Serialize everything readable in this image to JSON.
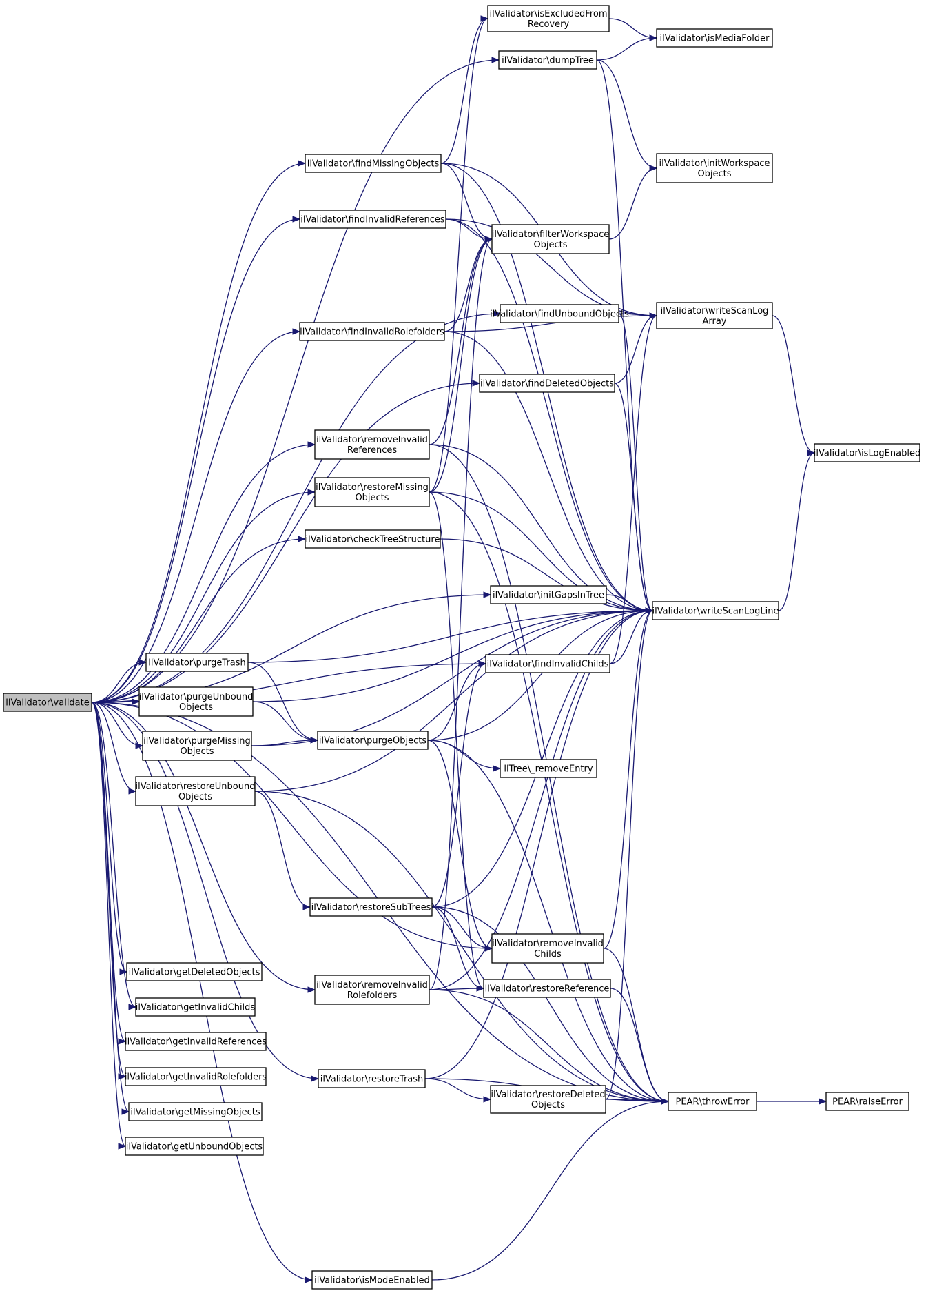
{
  "title": "",
  "colors": {
    "edge": "#191970",
    "node_border": "#000000",
    "root_fill": "#bfbfbf",
    "node_fill": "#ffffff"
  },
  "nodes": [
    {
      "id": "validate",
      "lines": [
        "ilValidator\\validate"
      ],
      "root": true
    },
    {
      "id": "isExcludedFromRecovery",
      "lines": [
        "ilValidator\\isExcludedFrom",
        "Recovery"
      ]
    },
    {
      "id": "isMediaFolder",
      "lines": [
        "ilValidator\\isMediaFolder"
      ]
    },
    {
      "id": "dumpTree",
      "lines": [
        "ilValidator\\dumpTree"
      ]
    },
    {
      "id": "initWorkspaceObjects",
      "lines": [
        "ilValidator\\initWorkspace",
        "Objects"
      ]
    },
    {
      "id": "findMissingObjects",
      "lines": [
        "ilValidator\\findMissingObjects"
      ]
    },
    {
      "id": "findInvalidReferences",
      "lines": [
        "ilValidator\\findInvalidReferences"
      ]
    },
    {
      "id": "filterWorkspaceObjects",
      "lines": [
        "ilValidator\\filterWorkspace",
        "Objects"
      ]
    },
    {
      "id": "findUnboundObjects",
      "lines": [
        "ilValidator\\findUnboundObjects"
      ]
    },
    {
      "id": "writeScanLogArray",
      "lines": [
        "ilValidator\\writeScanLog",
        "Array"
      ]
    },
    {
      "id": "findInvalidRolefolders",
      "lines": [
        "ilValidator\\findInvalidRolefolders"
      ]
    },
    {
      "id": "findDeletedObjects",
      "lines": [
        "ilValidator\\findDeletedObjects"
      ]
    },
    {
      "id": "isLogEnabled",
      "lines": [
        "ilValidator\\isLogEnabled"
      ]
    },
    {
      "id": "removeInvalidReferences",
      "lines": [
        "ilValidator\\removeInvalid",
        "References"
      ]
    },
    {
      "id": "restoreMissingObjects",
      "lines": [
        "ilValidator\\restoreMissing",
        "Objects"
      ]
    },
    {
      "id": "checkTreeStructure",
      "lines": [
        "ilValidator\\checkTreeStructure"
      ]
    },
    {
      "id": "initGapsInTree",
      "lines": [
        "ilValidator\\initGapsInTree"
      ]
    },
    {
      "id": "writeScanLogLine",
      "lines": [
        "ilValidator\\writeScanLogLine"
      ]
    },
    {
      "id": "purgeTrash",
      "lines": [
        "ilValidator\\purgeTrash"
      ]
    },
    {
      "id": "findInvalidChilds",
      "lines": [
        "ilValidator\\findInvalidChilds"
      ]
    },
    {
      "id": "purgeUnboundObjects",
      "lines": [
        "ilValidator\\purgeUnbound",
        "Objects"
      ]
    },
    {
      "id": "purgeMissingObjects",
      "lines": [
        "ilValidator\\purgeMissing",
        "Objects"
      ]
    },
    {
      "id": "purgeObjects",
      "lines": [
        "ilValidator\\purgeObjects"
      ]
    },
    {
      "id": "removeEntry",
      "lines": [
        "ilTree\\_removeEntry"
      ]
    },
    {
      "id": "restoreUnboundObjects",
      "lines": [
        "ilValidator\\restoreUnbound",
        "Objects"
      ]
    },
    {
      "id": "restoreSubTrees",
      "lines": [
        "ilValidator\\restoreSubTrees"
      ]
    },
    {
      "id": "removeInvalidChilds",
      "lines": [
        "ilValidator\\removeInvalid",
        "Childs"
      ]
    },
    {
      "id": "getDeletedObjects",
      "lines": [
        "ilValidator\\getDeletedObjects"
      ]
    },
    {
      "id": "removeInvalidRolefolders",
      "lines": [
        "ilValidator\\removeInvalid",
        "Rolefolders"
      ]
    },
    {
      "id": "restoreReference",
      "lines": [
        "ilValidator\\restoreReference"
      ]
    },
    {
      "id": "getInvalidChilds",
      "lines": [
        "ilValidator\\getInvalidChilds"
      ]
    },
    {
      "id": "getInvalidReferences",
      "lines": [
        "ilValidator\\getInvalidReferences"
      ]
    },
    {
      "id": "getInvalidRolefolders",
      "lines": [
        "ilValidator\\getInvalidRolefolders"
      ]
    },
    {
      "id": "restoreTrash",
      "lines": [
        "ilValidator\\restoreTrash"
      ]
    },
    {
      "id": "restoreDeletedObjects",
      "lines": [
        "ilValidator\\restoreDeleted",
        "Objects"
      ]
    },
    {
      "id": "throwError",
      "lines": [
        "PEAR\\throwError"
      ]
    },
    {
      "id": "raiseError",
      "lines": [
        "PEAR\\raiseError"
      ]
    },
    {
      "id": "getMissingObjects",
      "lines": [
        "ilValidator\\getMissingObjects"
      ]
    },
    {
      "id": "getUnboundObjects",
      "lines": [
        "ilValidator\\getUnboundObjects"
      ]
    },
    {
      "id": "isModeEnabled",
      "lines": [
        "ilValidator\\isModeEnabled"
      ]
    }
  ],
  "edges": [
    [
      "validate",
      "dumpTree"
    ],
    [
      "validate",
      "findMissingObjects"
    ],
    [
      "validate",
      "findInvalidReferences"
    ],
    [
      "validate",
      "findInvalidRolefolders"
    ],
    [
      "validate",
      "findUnboundObjects"
    ],
    [
      "validate",
      "findDeletedObjects"
    ],
    [
      "validate",
      "removeInvalidReferences"
    ],
    [
      "validate",
      "restoreMissingObjects"
    ],
    [
      "validate",
      "checkTreeStructure"
    ],
    [
      "validate",
      "initGapsInTree"
    ],
    [
      "validate",
      "findInvalidChilds"
    ],
    [
      "validate",
      "purgeTrash"
    ],
    [
      "validate",
      "purgeUnboundObjects"
    ],
    [
      "validate",
      "purgeMissingObjects"
    ],
    [
      "validate",
      "restoreUnboundObjects"
    ],
    [
      "validate",
      "removeInvalidChilds"
    ],
    [
      "validate",
      "getDeletedObjects"
    ],
    [
      "validate",
      "removeInvalidRolefolders"
    ],
    [
      "validate",
      "getInvalidChilds"
    ],
    [
      "validate",
      "getInvalidReferences"
    ],
    [
      "validate",
      "getInvalidRolefolders"
    ],
    [
      "validate",
      "restoreTrash"
    ],
    [
      "validate",
      "throwError"
    ],
    [
      "validate",
      "getMissingObjects"
    ],
    [
      "validate",
      "getUnboundObjects"
    ],
    [
      "validate",
      "isModeEnabled"
    ],
    [
      "isExcludedFromRecovery",
      "isMediaFolder"
    ],
    [
      "dumpTree",
      "isMediaFolder"
    ],
    [
      "dumpTree",
      "initWorkspaceObjects"
    ],
    [
      "dumpTree",
      "writeScanLogLine"
    ],
    [
      "findMissingObjects",
      "isExcludedFromRecovery"
    ],
    [
      "findMissingObjects",
      "filterWorkspaceObjects"
    ],
    [
      "findMissingObjects",
      "writeScanLogArray"
    ],
    [
      "findMissingObjects",
      "writeScanLogLine"
    ],
    [
      "findInvalidReferences",
      "filterWorkspaceObjects"
    ],
    [
      "findInvalidReferences",
      "writeScanLogArray"
    ],
    [
      "findInvalidReferences",
      "writeScanLogLine"
    ],
    [
      "filterWorkspaceObjects",
      "initWorkspaceObjects"
    ],
    [
      "findInvalidRolefolders",
      "filterWorkspaceObjects"
    ],
    [
      "findInvalidRolefolders",
      "writeScanLogArray"
    ],
    [
      "findInvalidRolefolders",
      "writeScanLogLine"
    ],
    [
      "findUnboundObjects",
      "writeScanLogArray"
    ],
    [
      "findUnboundObjects",
      "writeScanLogLine"
    ],
    [
      "findDeletedObjects",
      "writeScanLogArray"
    ],
    [
      "findDeletedObjects",
      "writeScanLogLine"
    ],
    [
      "writeScanLogArray",
      "isLogEnabled"
    ],
    [
      "writeScanLogLine",
      "isLogEnabled"
    ],
    [
      "removeInvalidReferences",
      "filterWorkspaceObjects"
    ],
    [
      "removeInvalidReferences",
      "writeScanLogLine"
    ],
    [
      "removeInvalidReferences",
      "throwError"
    ],
    [
      "restoreMissingObjects",
      "isExcludedFromRecovery"
    ],
    [
      "restoreMissingObjects",
      "filterWorkspaceObjects"
    ],
    [
      "restoreMissingObjects",
      "restoreReference"
    ],
    [
      "restoreMissingObjects",
      "writeScanLogLine"
    ],
    [
      "restoreMissingObjects",
      "throwError"
    ],
    [
      "checkTreeStructure",
      "writeScanLogLine"
    ],
    [
      "initGapsInTree",
      "writeScanLogLine"
    ],
    [
      "purgeTrash",
      "writeScanLogLine"
    ],
    [
      "purgeTrash",
      "purgeObjects"
    ],
    [
      "findInvalidChilds",
      "writeScanLogArray"
    ],
    [
      "findInvalidChilds",
      "writeScanLogLine"
    ],
    [
      "purgeUnboundObjects",
      "writeScanLogLine"
    ],
    [
      "purgeUnboundObjects",
      "purgeObjects"
    ],
    [
      "purgeMissingObjects",
      "purgeObjects"
    ],
    [
      "purgeMissingObjects",
      "writeScanLogLine"
    ],
    [
      "purgeObjects",
      "findInvalidChilds"
    ],
    [
      "purgeObjects",
      "writeScanLogLine"
    ],
    [
      "purgeObjects",
      "removeEntry"
    ],
    [
      "purgeObjects",
      "removeInvalidChilds"
    ],
    [
      "purgeObjects",
      "throwError"
    ],
    [
      "restoreUnboundObjects",
      "writeScanLogLine"
    ],
    [
      "restoreUnboundObjects",
      "restoreSubTrees"
    ],
    [
      "restoreUnboundObjects",
      "throwError"
    ],
    [
      "restoreSubTrees",
      "findInvalidChilds"
    ],
    [
      "restoreSubTrees",
      "writeScanLogLine"
    ],
    [
      "restoreSubTrees",
      "removeInvalidChilds"
    ],
    [
      "restoreSubTrees",
      "restoreReference"
    ],
    [
      "restoreSubTrees",
      "throwError"
    ],
    [
      "removeInvalidChilds",
      "writeScanLogLine"
    ],
    [
      "removeInvalidChilds",
      "throwError"
    ],
    [
      "removeInvalidRolefolders",
      "filterWorkspaceObjects"
    ],
    [
      "removeInvalidRolefolders",
      "restoreReference"
    ],
    [
      "removeInvalidRolefolders",
      "writeScanLogLine"
    ],
    [
      "removeInvalidRolefolders",
      "throwError"
    ],
    [
      "restoreReference",
      "throwError"
    ],
    [
      "restoreTrash",
      "writeScanLogLine"
    ],
    [
      "restoreTrash",
      "restoreDeletedObjects"
    ],
    [
      "restoreTrash",
      "throwError"
    ],
    [
      "restoreDeletedObjects",
      "writeScanLogLine"
    ],
    [
      "restoreDeletedObjects",
      "throwError"
    ],
    [
      "throwError",
      "raiseError"
    ],
    [
      "isModeEnabled",
      "throwError"
    ]
  ]
}
